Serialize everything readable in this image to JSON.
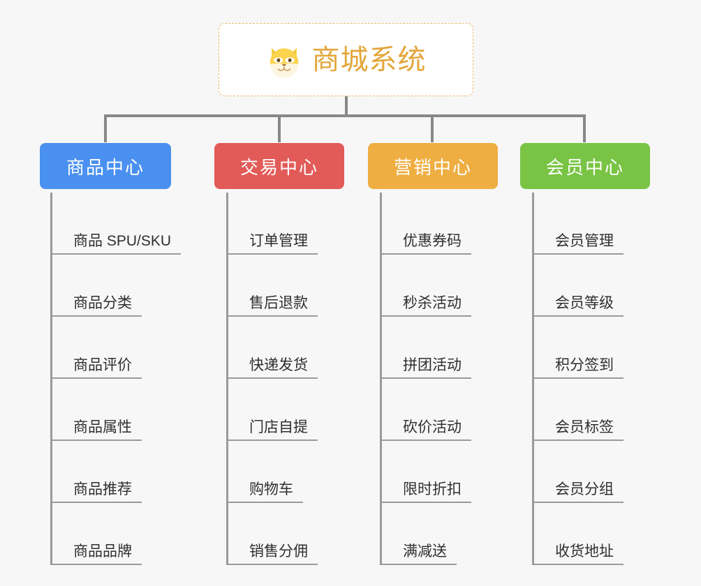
{
  "page": {
    "background_color": "#f7f7f7"
  },
  "root": {
    "title": "商城系统",
    "icon": "shiba-dog-face-icon",
    "title_color": "#e3a63a",
    "border_color": "#e8b96a",
    "background_color": "#ffffff"
  },
  "connector": {
    "color": "#888888"
  },
  "columns": [
    {
      "id": "product-center",
      "label": "商品中心",
      "color": "#4a90f0",
      "items": [
        "商品 SPU/SKU",
        "商品分类",
        "商品评价",
        "商品属性",
        "商品推荐",
        "商品品牌"
      ]
    },
    {
      "id": "trade-center",
      "label": "交易中心",
      "color": "#e25b58",
      "items": [
        "订单管理",
        "售后退款",
        "快递发货",
        "门店自提",
        "购物车",
        "销售分佣"
      ]
    },
    {
      "id": "marketing-center",
      "label": "营销中心",
      "color": "#efae42",
      "items": [
        "优惠券码",
        "秒杀活动",
        "拼团活动",
        "砍价活动",
        "限时折扣",
        "满减送"
      ]
    },
    {
      "id": "member-center",
      "label": "会员中心",
      "color": "#79c445",
      "items": [
        "会员管理",
        "会员等级",
        "积分签到",
        "会员标签",
        "会员分组",
        "收货地址"
      ]
    }
  ]
}
